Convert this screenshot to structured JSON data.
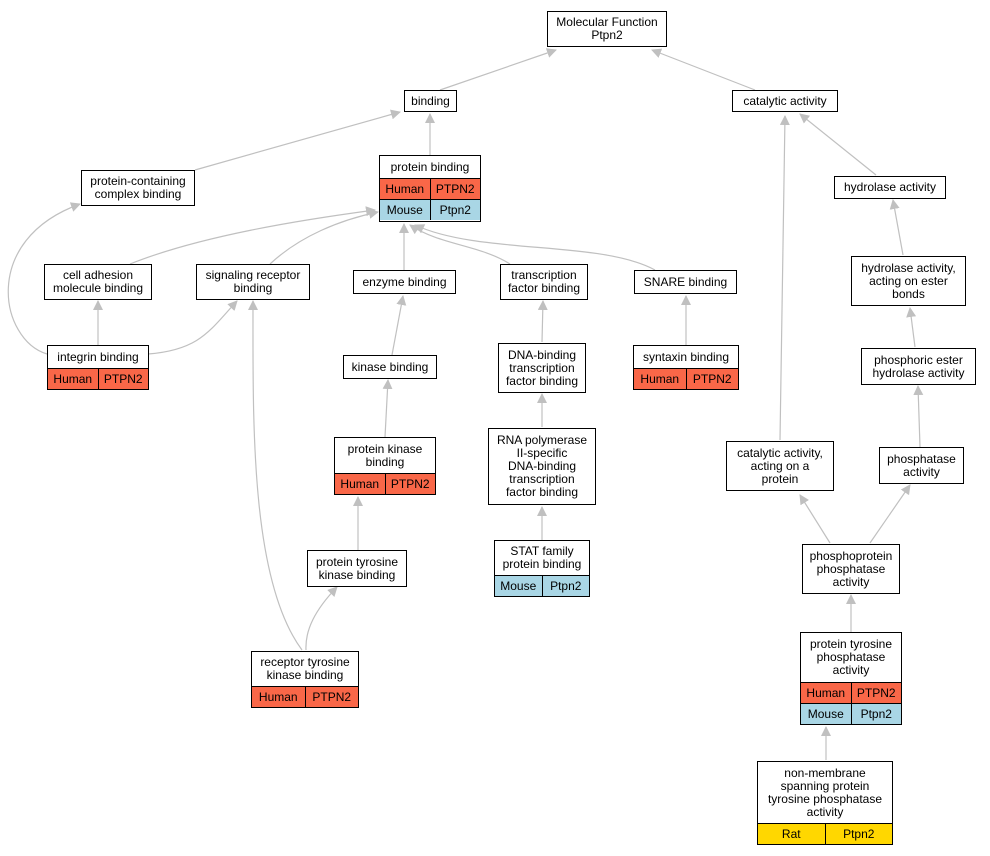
{
  "colors": {
    "human": "#f96748",
    "mouse": "#a9d6e5",
    "rat": "#ffd700",
    "edge": "#c0c0c0"
  },
  "nodes": [
    {
      "id": "mf",
      "label": "Molecular Function\nPtpn2",
      "species": []
    },
    {
      "id": "binding",
      "label": "binding",
      "species": []
    },
    {
      "id": "catalytic",
      "label": "catalytic activity",
      "species": []
    },
    {
      "id": "pcb",
      "label": "protein-containing\ncomplex binding",
      "species": []
    },
    {
      "id": "pb",
      "label": "protein binding",
      "species": [
        {
          "org": "Human",
          "gene": "PTPN2",
          "kind": "human"
        },
        {
          "org": "Mouse",
          "gene": "Ptpn2",
          "kind": "mouse"
        }
      ]
    },
    {
      "id": "hydrolase",
      "label": "hydrolase activity",
      "species": []
    },
    {
      "id": "cam",
      "label": "cell adhesion\nmolecule binding",
      "species": []
    },
    {
      "id": "srb",
      "label": "signaling receptor\nbinding",
      "species": []
    },
    {
      "id": "enz",
      "label": "enzyme binding",
      "species": []
    },
    {
      "id": "tfb",
      "label": "transcription\nfactor binding",
      "species": []
    },
    {
      "id": "snare",
      "label": "SNARE binding",
      "species": []
    },
    {
      "id": "hydester",
      "label": "hydrolase activity,\nacting on ester\nbonds",
      "species": []
    },
    {
      "id": "integrin",
      "label": "integrin binding",
      "species": [
        {
          "org": "Human",
          "gene": "PTPN2",
          "kind": "human"
        }
      ]
    },
    {
      "id": "syntaxin",
      "label": "syntaxin binding",
      "species": [
        {
          "org": "Human",
          "gene": "PTPN2",
          "kind": "human"
        }
      ]
    },
    {
      "id": "kinase",
      "label": "kinase binding",
      "species": []
    },
    {
      "id": "dnatf",
      "label": "DNA-binding\ntranscription\nfactor binding",
      "species": []
    },
    {
      "id": "phosester",
      "label": "phosphoric ester\nhydrolase activity",
      "species": []
    },
    {
      "id": "pkb",
      "label": "protein kinase\nbinding",
      "species": [
        {
          "org": "Human",
          "gene": "PTPN2",
          "kind": "human"
        }
      ]
    },
    {
      "id": "rnapol",
      "label": "RNA polymerase\nII-specific\nDNA-binding\ntranscription\nfactor binding",
      "species": []
    },
    {
      "id": "cataprot",
      "label": "catalytic activity,\nacting on a\nprotein",
      "species": []
    },
    {
      "id": "phosphatase",
      "label": "phosphatase\nactivity",
      "species": []
    },
    {
      "id": "stat",
      "label": "STAT family\nprotein binding",
      "species": [
        {
          "org": "Mouse",
          "gene": "Ptpn2",
          "kind": "mouse"
        }
      ]
    },
    {
      "id": "ptkb",
      "label": "protein tyrosine\nkinase binding",
      "species": []
    },
    {
      "id": "ppp",
      "label": "phosphoprotein\nphosphatase\nactivity",
      "species": []
    },
    {
      "id": "rtkb",
      "label": "receptor tyrosine\nkinase binding",
      "species": [
        {
          "org": "Human",
          "gene": "PTPN2",
          "kind": "human"
        }
      ]
    },
    {
      "id": "ptp",
      "label": "protein tyrosine\nphosphatase\nactivity",
      "species": [
        {
          "org": "Human",
          "gene": "PTPN2",
          "kind": "human"
        },
        {
          "org": "Mouse",
          "gene": "Ptpn2",
          "kind": "mouse"
        }
      ]
    },
    {
      "id": "nmptp",
      "label": "non-membrane\nspanning protein\ntyrosine phosphatase\nactivity",
      "species": [
        {
          "org": "Rat",
          "gene": "Ptpn2",
          "kind": "rat"
        }
      ]
    }
  ]
}
